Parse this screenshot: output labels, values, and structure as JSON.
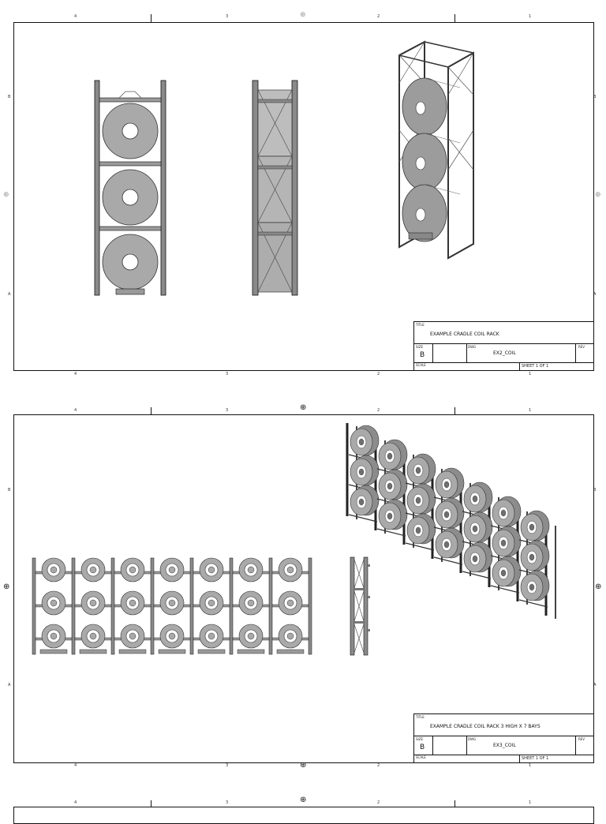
{
  "sheets": [
    {
      "zones_top": [
        "4",
        "3",
        "2",
        "1"
      ],
      "zones_side": [
        "B",
        "A"
      ],
      "title_block": {
        "title_label": "TITLE",
        "title": "EXAMPLE CRADLE COIL RACK",
        "size_label": "SIZE",
        "size": "B",
        "dwg_label": "DWG",
        "dwg": "EX2_COIL",
        "rev_label": "REV",
        "scale_label": "SCALE",
        "sheet": "SHEET 1  OF 1"
      }
    },
    {
      "zones_top": [
        "4",
        "3",
        "2",
        "1"
      ],
      "zones_side": [
        "B",
        "A"
      ],
      "title_block": {
        "title_label": "TITLE",
        "title": "EXAMPLE CRADLE COIL RACK 3 HIGH X 7 BAYS",
        "size_label": "SIZE",
        "size": "B",
        "dwg_label": "DWG",
        "dwg": "EX3_COIL",
        "rev_label": "REV",
        "scale_label": "SCALE",
        "sheet": "SHEET 1  OF 1"
      }
    },
    {
      "zones_top": [
        "4",
        "3",
        "2",
        "1"
      ]
    }
  ],
  "colors": {
    "coil": "#a9a9a9",
    "coil_dark": "#6f6f6f",
    "frame": "#555555",
    "line": "#111111"
  }
}
